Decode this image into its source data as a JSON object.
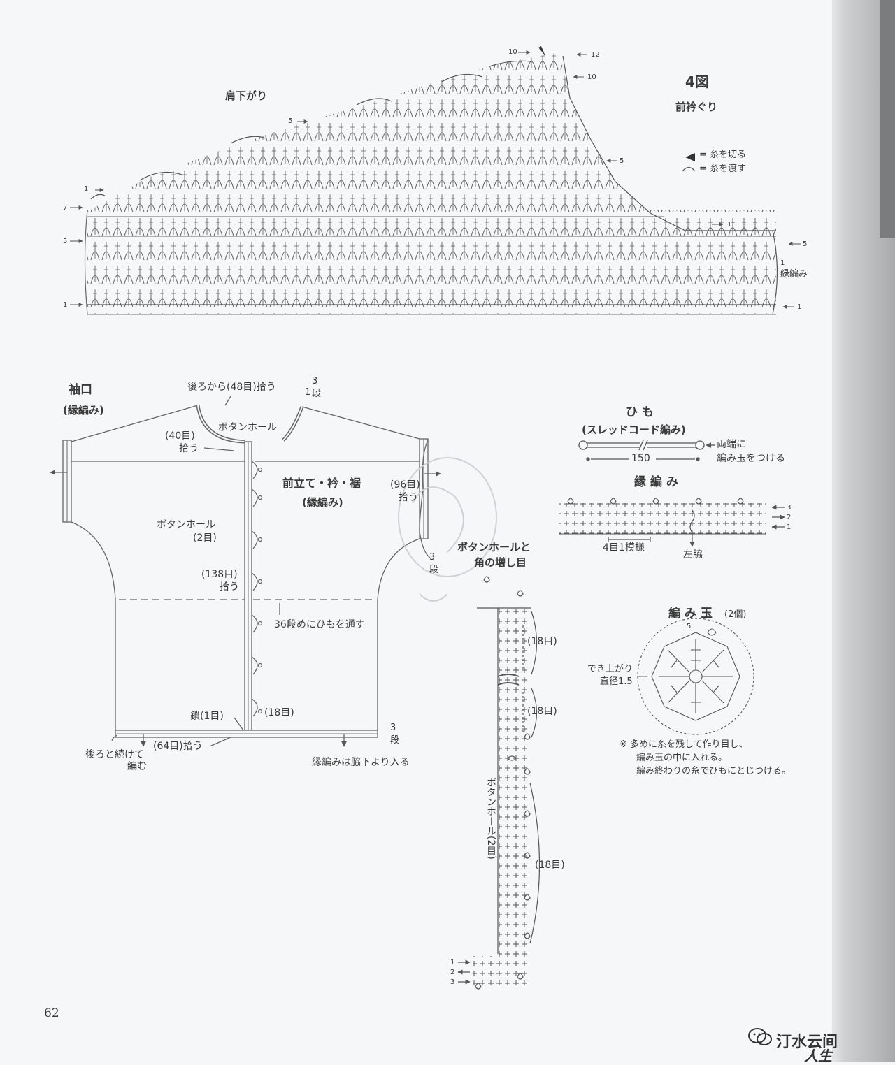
{
  "chart4": {
    "figure_title": "4図",
    "label_shoulder": "肩下がり",
    "label_neckline": "前衿ぐり",
    "legend_cut": "= 糸を切る",
    "legend_pass": "= 糸を渡す",
    "edging_label": "縁編み",
    "row_marks_left": [
      "1",
      "5",
      "7",
      "1",
      "5",
      "10"
    ],
    "row_marks_right": [
      "12",
      "10",
      "5",
      "1",
      "5",
      "1",
      "1"
    ]
  },
  "schematic": {
    "cuff_title": "袖口",
    "cuff_sub": "(縁編み)",
    "back_pickup": "後ろから(48目)拾う",
    "rows3_top": "3",
    "rows3_label": "段",
    "one_top": "1",
    "buttonhole_top": "ボタンホール",
    "pick40a": "(40目)",
    "pick40b": "拾う",
    "placket_title": "前立て・衿・裾",
    "placket_sub": "(縁編み)",
    "pick96a": "(96目)",
    "pick96b": "拾う",
    "buttonhole2a": "ボタンホール",
    "buttonhole2b": "(2目)",
    "rows3_mid": "3",
    "rows3_mid_label": "段",
    "pick138a": "(138目)",
    "pick138b": "拾う",
    "cord_row": "36段めにひもを通す",
    "st18": "(18目)",
    "chain1": "鎖(1目)",
    "pick64": "(64目)拾う",
    "back_continue_a": "後ろと続けて",
    "back_continue_b": "編む",
    "rows3_bot": "3",
    "rows3_bot_label": "段",
    "edging_start": "縁編みは脇下より入る"
  },
  "cord": {
    "title": "ひ も",
    "sub": "(スレッドコード編み)",
    "length": "150",
    "note_a": "両端に",
    "note_b": "編み玉をつける"
  },
  "edging": {
    "title": "縁 編 み",
    "repeat": "4目1模様",
    "side": "左脇",
    "rows": [
      "3",
      "2",
      "1"
    ]
  },
  "buttonhole_chart": {
    "title_a": "ボタンホールと",
    "title_b": "角の増し目",
    "st18_a": "(18目)",
    "st18_b": "(18目)",
    "st18_c": "(18目)",
    "vertical_label": "ボタンホール(2目)",
    "rows": [
      "1",
      "2",
      "3"
    ]
  },
  "ball": {
    "title": "編 み 玉",
    "count": "(2個)",
    "finish_a": "でき上がり",
    "finish_b": "直径1.5",
    "row_mark": "5",
    "note1": "※ 多めに糸を残して作り目し、",
    "note2": "編み玉の中に入れる。",
    "note3": "編み終わりの糸でひもにとじつける。"
  },
  "page": {
    "number": "62",
    "watermark_top": "汀水云间",
    "watermark_bottom": "人生"
  }
}
